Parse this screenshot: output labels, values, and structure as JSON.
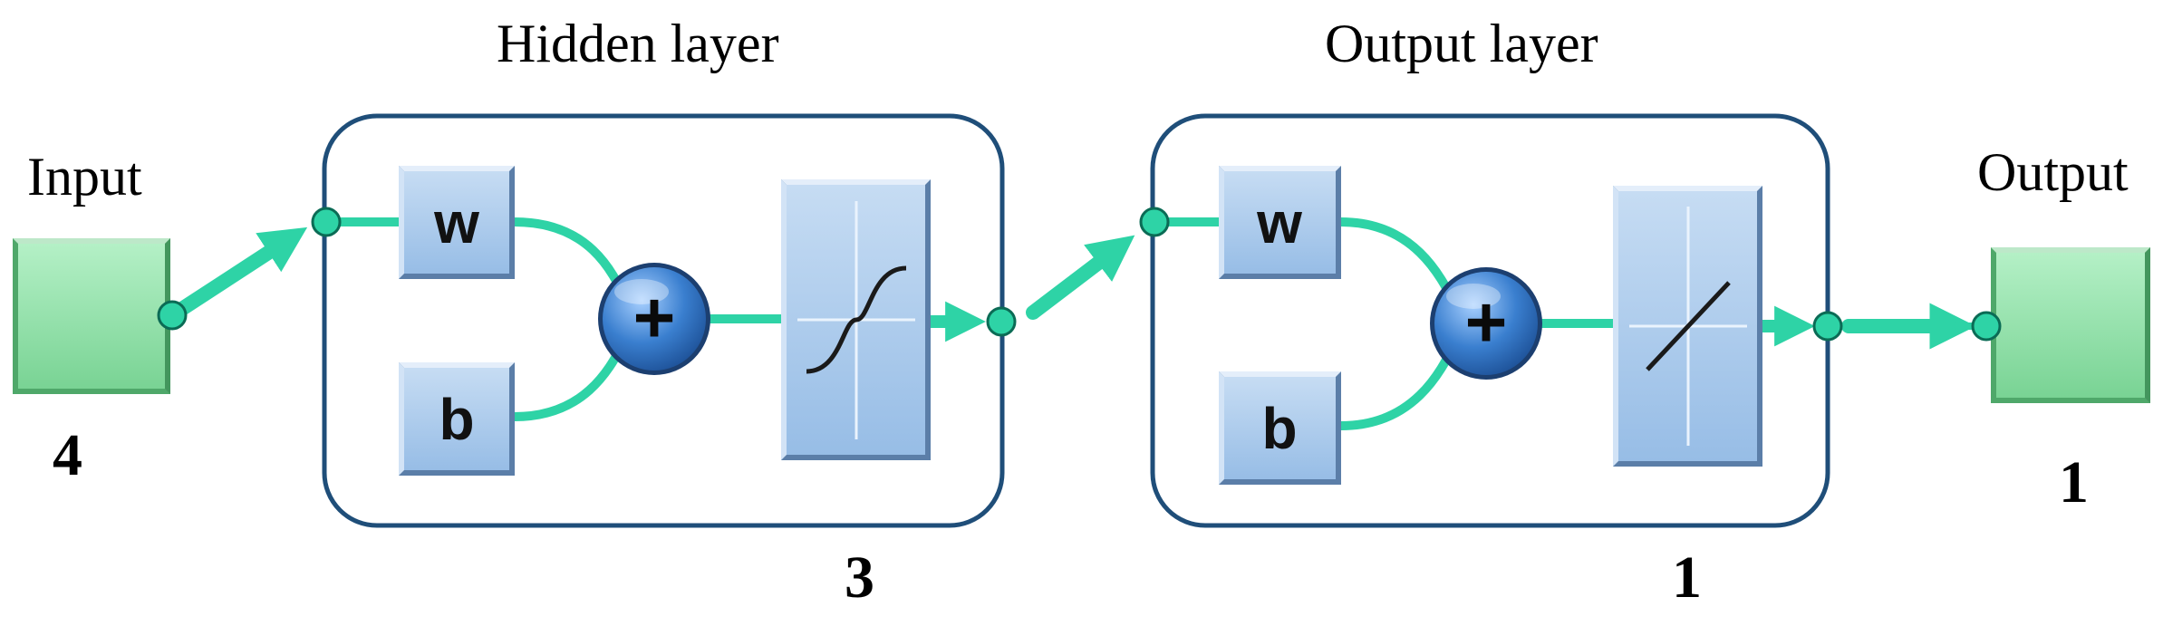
{
  "labels": {
    "input": "Input",
    "hidden_layer": "Hidden layer",
    "output_layer": "Output layer",
    "output": "Output"
  },
  "sizes": {
    "input": "4",
    "hidden": "3",
    "output_layer": "1",
    "output": "1"
  },
  "symbols": {
    "weight": "w",
    "bias": "b",
    "sum": "+"
  },
  "icons": {
    "hidden_transfer": "tansig-curve-icon",
    "output_transfer": "linear-line-icon"
  },
  "colors": {
    "connector": "#2ed3a6",
    "io_block": "#8ee0a8",
    "layer_border": "#1f4e79",
    "block_fill": "#a9c8ea",
    "sum_node": "#2f6fb5"
  }
}
